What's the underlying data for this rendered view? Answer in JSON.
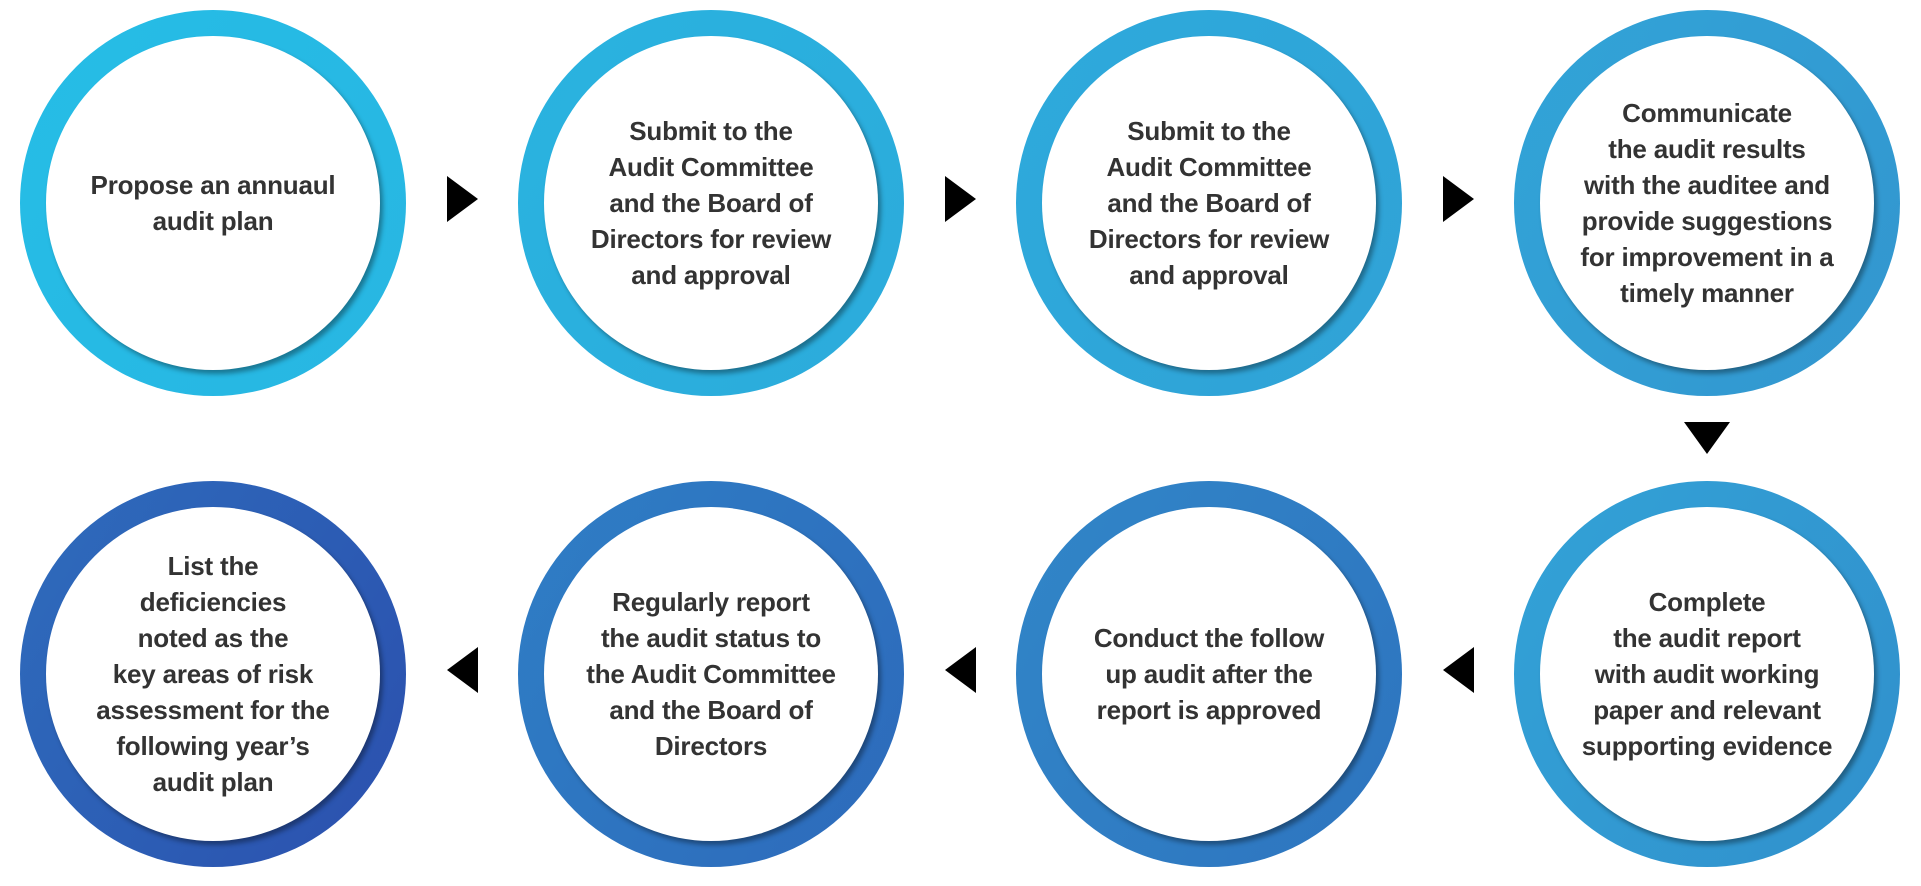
{
  "diagram": {
    "type": "process-flow",
    "background": "#ffffff",
    "text_color": "#333333",
    "arrow_color": "#000000",
    "steps": [
      {
        "order": 1,
        "label": "Propose an annuaul\naudit plan",
        "ring_from": "#25BDE6",
        "ring_to": "#28B6E2"
      },
      {
        "order": 2,
        "label": "Submit to the\nAudit Committee\nand the Board of\nDirectors for review\nand approval",
        "ring_from": "#29B3E0",
        "ring_to": "#2CABDB"
      },
      {
        "order": 3,
        "label": "Submit to the\nAudit Committee\nand the Board of\nDirectors for review\nand approval",
        "ring_from": "#2DAADC",
        "ring_to": "#30A2D6"
      },
      {
        "order": 4,
        "label": "Communicate\nthe audit results\nwith the auditee and\nprovide suggestions\nfor improvement in a\ntimely manner",
        "ring_from": "#31A4D8",
        "ring_to": "#3396CF"
      },
      {
        "order": 5,
        "label": "Complete\nthe audit report\nwith audit working\npaper and relevant\nsupporting evidence",
        "ring_from": "#32A2D7",
        "ring_to": "#3190CC"
      },
      {
        "order": 6,
        "label": "Conduct the follow\nup audit after the\nreport is approved",
        "ring_from": "#3186C8",
        "ring_to": "#2E74BF"
      },
      {
        "order": 7,
        "label": "Regularly report\nthe audit status to\nthe Audit Committee\nand the Board of\nDirectors",
        "ring_from": "#2F7EC5",
        "ring_to": "#2D6ABB"
      },
      {
        "order": 8,
        "label": "List the\ndeficiencies\nnoted as the\nkey areas of risk\nassessment for the\nfollowing year’s\naudit plan",
        "ring_from": "#2E6CBC",
        "ring_to": "#2B50AE"
      }
    ],
    "arrows": [
      {
        "from": 1,
        "to": 2,
        "direction": "right"
      },
      {
        "from": 2,
        "to": 3,
        "direction": "right"
      },
      {
        "from": 3,
        "to": 4,
        "direction": "right"
      },
      {
        "from": 4,
        "to": 5,
        "direction": "down"
      },
      {
        "from": 5,
        "to": 6,
        "direction": "left"
      },
      {
        "from": 6,
        "to": 7,
        "direction": "left"
      },
      {
        "from": 7,
        "to": 8,
        "direction": "left"
      }
    ]
  }
}
